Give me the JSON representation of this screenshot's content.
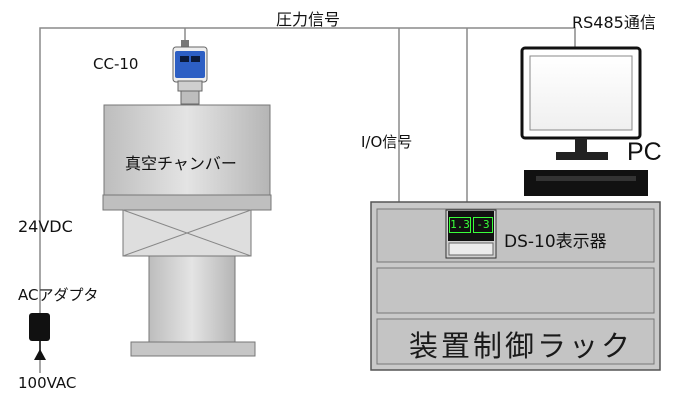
{
  "labels": {
    "pressure_signal": "圧力信号",
    "rs485": "RS485通信",
    "gauge": "CC-10",
    "chamber": "真空チャンバー",
    "io_signal": "I/O信号",
    "pc": "PC",
    "supply_dc": "24VDC",
    "display_unit": "DS-10表示器",
    "adapter": "ACアダプタ",
    "rack": "装置制御ラック",
    "supply_ac": "100VAC"
  },
  "display_readings": [
    "1.3",
    "-3"
  ],
  "colors": {
    "gauge_blue": "#2d5fc4",
    "chamber_gray": "#d4d4d4",
    "rack_gray": "#c8c8c8",
    "display_green": "#39ff3a",
    "line": "#888888"
  }
}
